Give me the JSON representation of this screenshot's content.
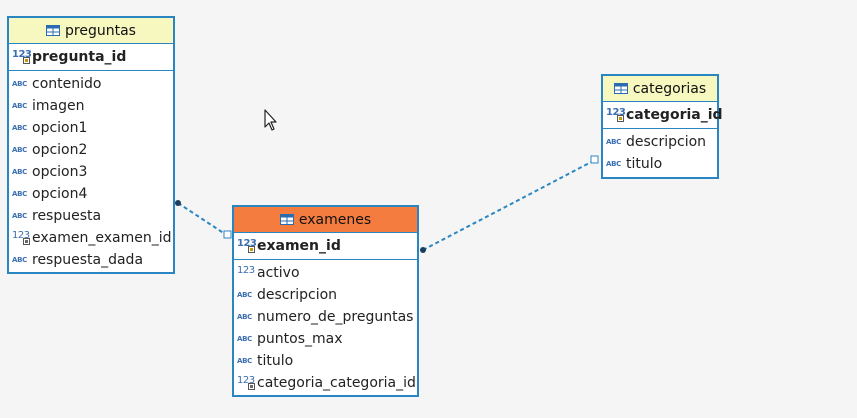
{
  "diagram": {
    "tables": {
      "preguntas": {
        "name": "preguntas",
        "pk": "pregunta_id",
        "columns": [
          "contenido",
          "imagen",
          "opcion1",
          "opcion2",
          "opcion3",
          "opcion4",
          "respuesta",
          "examen_examen_id",
          "respuesta_dada"
        ],
        "header_color": "#f7f7c0"
      },
      "examenes": {
        "name": "examenes",
        "pk": "examen_id",
        "columns": [
          "activo",
          "descripcion",
          "numero_de_preguntas",
          "puntos_max",
          "titulo",
          "categoria_categoria_id"
        ],
        "header_color": "#f47c3f"
      },
      "categorias": {
        "name": "categorias",
        "pk": "categoria_id",
        "columns": [
          "descripcion",
          "titulo"
        ],
        "header_color": "#f7f7c0"
      }
    },
    "icons": {
      "string": "abc-string-icon",
      "number": "123-number-icon",
      "key": "primary-key-icon",
      "foreign": "foreign-key-icon",
      "table": "table-icon"
    },
    "colors": {
      "border": "#2a86c2",
      "link": "#2a86c2"
    }
  }
}
